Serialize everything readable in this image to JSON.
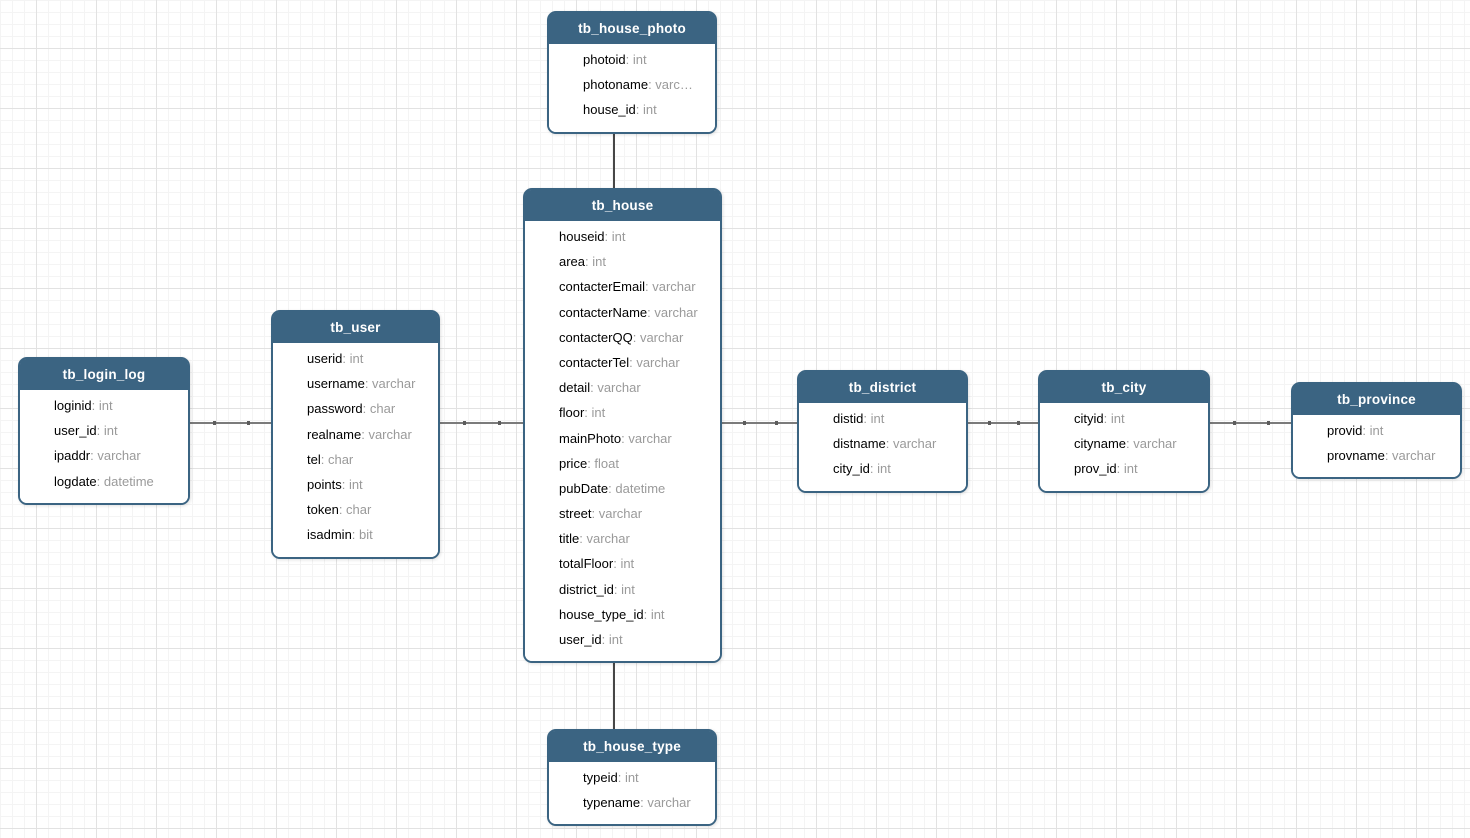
{
  "colors": {
    "table_header_bg": "#3B6482",
    "table_border": "#3B6482",
    "field_name_color": "#000000",
    "field_type_color": "#9a9a9a",
    "connector_color": "#7b7b7b",
    "grid_major": "#e2e2e2",
    "grid_minor": "#f4f4f4"
  },
  "tables": [
    {
      "name": "tb_house_photo",
      "fields": [
        {
          "field": "photoid",
          "type": "int"
        },
        {
          "field": "photoname",
          "type": "varc…"
        },
        {
          "field": "house_id",
          "type": "int"
        }
      ]
    },
    {
      "name": "tb_house",
      "fields": [
        {
          "field": "houseid",
          "type": "int"
        },
        {
          "field": "area",
          "type": "int"
        },
        {
          "field": "contacterEmail",
          "type": "varchar"
        },
        {
          "field": "contacterName",
          "type": "varchar"
        },
        {
          "field": "contacterQQ",
          "type": "varchar"
        },
        {
          "field": "contacterTel",
          "type": "varchar"
        },
        {
          "field": "detail",
          "type": "varchar"
        },
        {
          "field": "floor",
          "type": "int"
        },
        {
          "field": "mainPhoto",
          "type": "varchar"
        },
        {
          "field": "price",
          "type": "float"
        },
        {
          "field": "pubDate",
          "type": "datetime"
        },
        {
          "field": "street",
          "type": "varchar"
        },
        {
          "field": "title",
          "type": "varchar"
        },
        {
          "field": "totalFloor",
          "type": "int"
        },
        {
          "field": "district_id",
          "type": "int"
        },
        {
          "field": "house_type_id",
          "type": "int"
        },
        {
          "field": "user_id",
          "type": "int"
        }
      ]
    },
    {
      "name": "tb_user",
      "fields": [
        {
          "field": "userid",
          "type": "int"
        },
        {
          "field": "username",
          "type": "varchar"
        },
        {
          "field": "password",
          "type": "char"
        },
        {
          "field": "realname",
          "type": "varchar"
        },
        {
          "field": "tel",
          "type": "char"
        },
        {
          "field": "points",
          "type": "int"
        },
        {
          "field": "token",
          "type": "char"
        },
        {
          "field": "isadmin",
          "type": "bit"
        }
      ]
    },
    {
      "name": "tb_login_log",
      "fields": [
        {
          "field": "loginid",
          "type": "int"
        },
        {
          "field": "user_id",
          "type": "int"
        },
        {
          "field": "ipaddr",
          "type": "varchar"
        },
        {
          "field": "logdate",
          "type": "datetime"
        }
      ]
    },
    {
      "name": "tb_district",
      "fields": [
        {
          "field": "distid",
          "type": "int"
        },
        {
          "field": "distname",
          "type": "varchar"
        },
        {
          "field": "city_id",
          "type": "int"
        }
      ]
    },
    {
      "name": "tb_city",
      "fields": [
        {
          "field": "cityid",
          "type": "int"
        },
        {
          "field": "cityname",
          "type": "varchar"
        },
        {
          "field": "prov_id",
          "type": "int"
        }
      ]
    },
    {
      "name": "tb_province",
      "fields": [
        {
          "field": "provid",
          "type": "int"
        },
        {
          "field": "provname",
          "type": "varchar"
        }
      ]
    },
    {
      "name": "tb_house_type",
      "fields": [
        {
          "field": "typeid",
          "type": "int"
        },
        {
          "field": "typename",
          "type": "varchar"
        }
      ]
    }
  ]
}
